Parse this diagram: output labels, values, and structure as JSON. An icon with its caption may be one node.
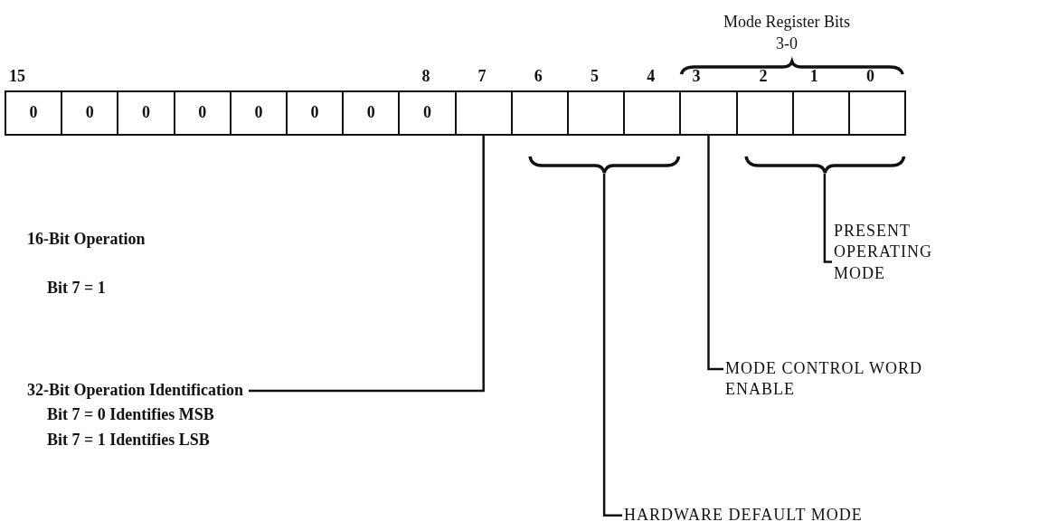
{
  "diagram": {
    "nodes": [
      {
        "text": [
          "0"
        ]
      },
      {
        "text": [
          "0"
        ]
      },
      {
        "text": [
          "0"
        ]
      },
      {
        "text": [
          "0"
        ]
      },
      {
        "text": [
          "0"
        ]
      },
      {
        "text": [
          "0"
        ]
      },
      {
        "text": [
          "0"
        ]
      },
      {
        "text": [
          "0"
        ]
      },
      {
        "text": [],
        "shape": "box"
      },
      {
        "text": [],
        "shape": "box"
      },
      {
        "text": [],
        "shape": "box"
      },
      {
        "text": [],
        "shape": "box"
      },
      {
        "text": [],
        "shape": "box"
      },
      {
        "text": [],
        "shape": "box"
      },
      {
        "text": [],
        "shape": "box"
      },
      {
        "text": [],
        "shape": "box"
      },
      {
        "text": [],
        "shape": "brace"
      },
      {
        "text": [],
        "shape": "brace"
      },
      {
        "text": [
          "PRESENT OPERATING MODE"
        ]
      },
      {
        "text": [
          "MODE CONTROL WORD ENABLE"
        ]
      },
      {
        "text": [
          "32-Bit Operation Identification",
          "Bit 7 = 0 Identifies MSB",
          "Bit 7 = 1 Identifies LSB"
        ]
      },
      {
        "text": [
          "HARDWARE DEFAULT MODE"
        ]
      }
    ],
    "edges": [
      {
        "from": 18,
        "to": 17,
        "arrow": "none"
      },
      {
        "from": 19,
        "to": 12,
        "arrow": "none"
      },
      {
        "from": 20,
        "to": 8,
        "arrow": "none"
      },
      {
        "from": 21,
        "to": 16,
        "arrow": "none"
      }
    ],
    "labels": [
      "Mode Register Bits 3-0",
      "15",
      "8",
      "7",
      "6",
      "5",
      "4",
      "3",
      "2",
      "1",
      "0",
      "16-Bit Operation",
      "Bit 7 = 1"
    ]
  }
}
